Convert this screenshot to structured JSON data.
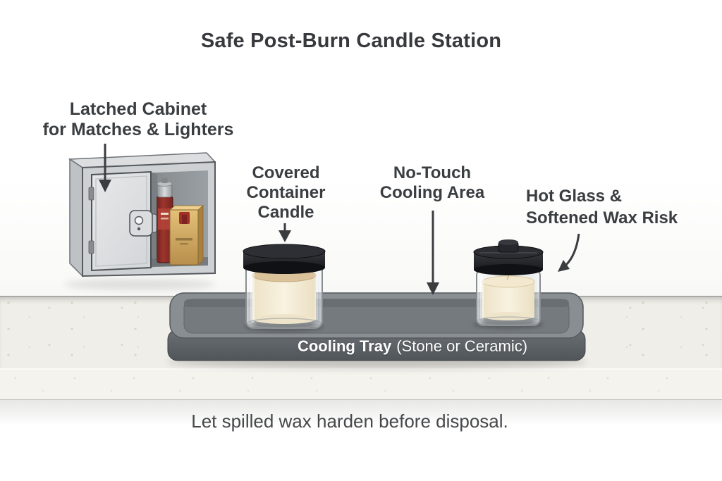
{
  "title": "Safe Post-Burn Candle Station",
  "labels": {
    "cabinet": {
      "line1": "Latched Cabinet",
      "line2": "for Matches & Lighters"
    },
    "candle": {
      "line1": "Covered",
      "line2": "Container",
      "line3": "Candle"
    },
    "cooling": {
      "line1": "No-Touch",
      "line2": "Cooling Area"
    },
    "risk": {
      "line1": "Hot Glass &",
      "line2": "Softened Wax Risk"
    },
    "tray": {
      "bold": "Cooling Tray",
      "rest": "(Stone or Ceramic)"
    }
  },
  "footer": "Let spilled wax harden before disposal.",
  "icons": {
    "cabinet_arrow": "down-arrow-icon",
    "candle_arrow": "down-arrow-icon",
    "cooling_arrow": "down-arrow-icon",
    "risk_arrow": "curved-down-left-arrow-icon"
  },
  "colors": {
    "text": "#3b3e41",
    "arrow": "#3a3c3f",
    "tray_top": "#898e92",
    "tray_front": "#5d6267",
    "tray_label_text": "#ffffff",
    "countertop": "#f0eee8",
    "cabinet_body": "#ced1d3",
    "cabinet_door": "#e0e2e3",
    "lighter_red": "#9c352d",
    "matchbox_gold": "#d0a966",
    "candle_wax": "#f5eeda",
    "wax_top": "#d9c298",
    "lid_black": "#202125"
  }
}
